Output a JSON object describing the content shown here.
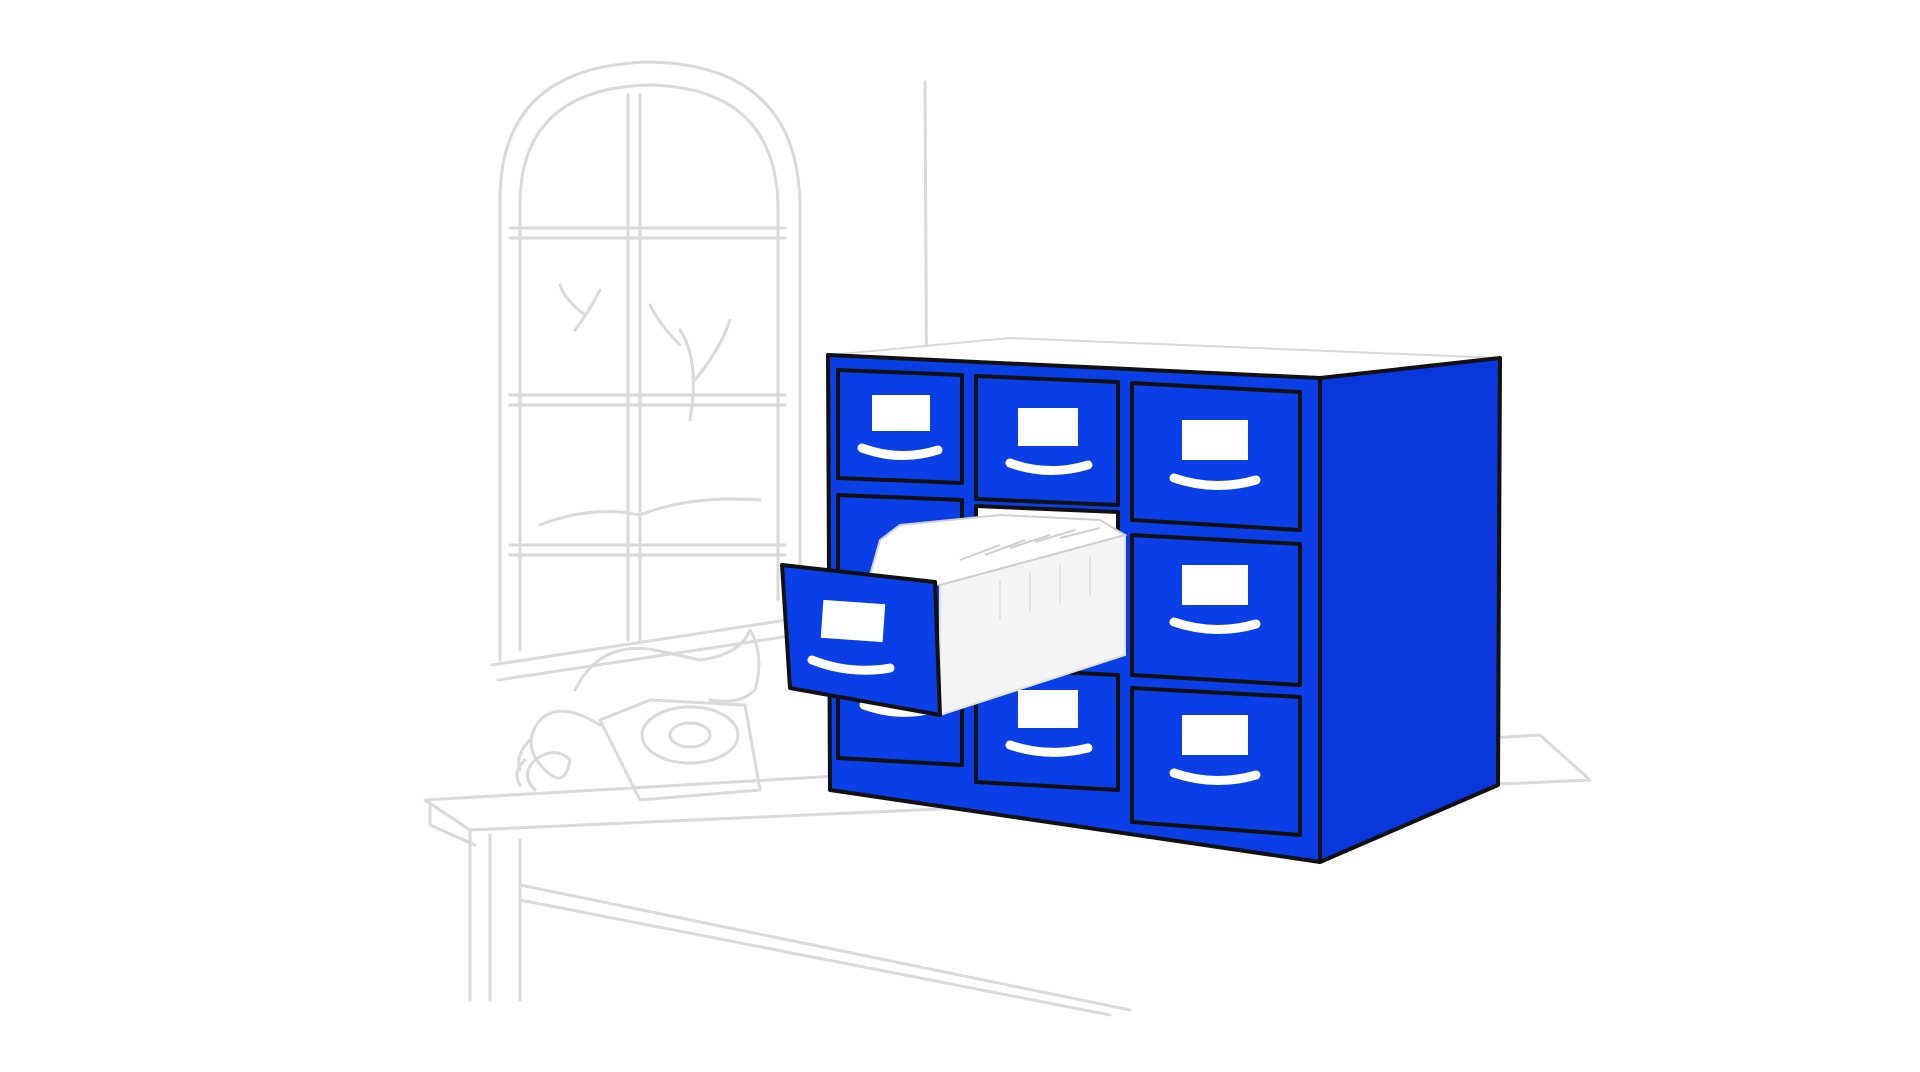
{
  "colors": {
    "background": "#ffffff",
    "cabinet_blue": "#0a3ee6",
    "cabinet_side_blue": "#0937dc",
    "outline": "#111111",
    "sketch_gray": "#d9d9d9",
    "label_white": "#ffffff",
    "card_gray": "#f1f1f1"
  },
  "scene": {
    "cabinet": {
      "rows": 3,
      "columns": 3,
      "open_drawer": "middle-left"
    },
    "background_objects": [
      "arched-window",
      "rotary-telephone",
      "desk"
    ]
  }
}
